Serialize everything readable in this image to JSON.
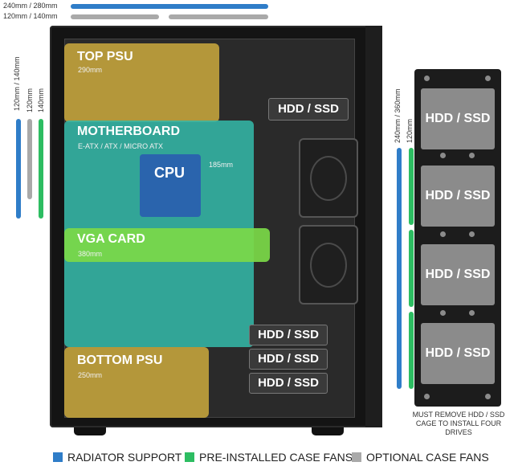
{
  "top_bars": {
    "radiator_label": "240mm / 280mm",
    "optional_label": "120mm / 140mm"
  },
  "left_bars": {
    "radiator_label": "120mm / 140mm",
    "optional_label": "120mm",
    "preinstalled_label": "140mm"
  },
  "right_bars": {
    "radiator_label": "240mm / 360mm",
    "preinstalled_label": "120mm"
  },
  "zones": {
    "top_psu": {
      "title": "TOP PSU",
      "sub": "290mm"
    },
    "motherboard": {
      "title": "MOTHERBOARD",
      "sub": "E-ATX / ATX / MICRO ATX"
    },
    "cpu": {
      "title": "CPU",
      "sub": "185mm"
    },
    "vga": {
      "title": "VGA CARD",
      "sub": "380mm"
    },
    "bottom_psu": {
      "title": "BOTTOM PSU",
      "sub": "250mm"
    }
  },
  "drives": {
    "top": "HDD / SSD",
    "bottom": [
      "HDD / SSD",
      "HDD / SSD",
      "HDD / SSD"
    ],
    "tray": [
      "HDD / SSD",
      "HDD / SSD",
      "HDD / SSD",
      "HDD / SSD"
    ]
  },
  "tray_note": {
    "line1": "MUST REMOVE HDD / SSD",
    "line2": "CAGE TO INSTALL FOUR DRIVES"
  },
  "legend": {
    "radiator": "RADIATOR SUPPORT",
    "preinstalled": "PRE-INSTALLED CASE FANS",
    "optional": "OPTIONAL CASE FANS"
  },
  "colors": {
    "radiator": "#2f7dc8",
    "preinstalled": "#2dbd62",
    "optional": "#a9a9a9",
    "psu": "#c7a63c",
    "motherboard": "#33b6a6",
    "cpu": "#2a64ad",
    "vga": "#7bd948"
  }
}
